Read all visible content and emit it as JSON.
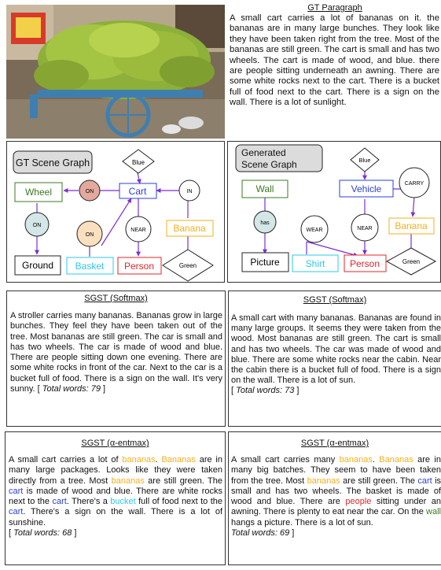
{
  "gt_paragraph": {
    "title": "GT Paragraph",
    "text": "A small cart carries a lot of bananas on it. the bananas are in many large bunches. They look like they have been taken right from the tree. Most of the bananas are still green. The cart is small and has two wheels. The cart is made of wood, and blue. there are people sitting underneath an awning. There are some white rocks next to the cart. There is a bucket full of food next to the cart. There is a sign on the wall. There is a lot of sunlight."
  },
  "gt_scene_graph": {
    "title": "GT Scene Graph",
    "nodes": {
      "blue": "Blue",
      "wheel": "Wheel",
      "on1": "ON",
      "cart": "Cart",
      "in": "IN",
      "on2": "ON",
      "on3": "ON",
      "near": "NEAR",
      "banana": "Banana",
      "ground": "Ground",
      "basket": "Basket",
      "person": "Person",
      "green": "Green"
    }
  },
  "generated_scene_graph": {
    "title_line1": "Generated",
    "title_line2": "Scene Graph",
    "nodes": {
      "blue": "Blue",
      "carry": "CARRY",
      "wall": "Wall",
      "vehicle": "Vehicle",
      "has": "has",
      "wear1": "WEAR",
      "near": "NEAR",
      "banana": "Banana",
      "picture": "Picture",
      "shirt": "Shirt",
      "person": "Person",
      "green": "Green"
    }
  },
  "sgst_softmax_left": {
    "title": "SGST (Softmax)",
    "text": "A stroller carries many bananas. Bananas grow in large bunches. They feel they have been taken out of the tree. Most bananas are still green. The car is small and has two wheels. The car is made of wood and blue. There are people sitting down one evening. There are some white rocks in front of the car. Next to the car is a bucket full of food. There is a sign on the wall. It's very sunny.",
    "total_open": "[ ",
    "total_words": "Total words: 79",
    "total_close": " ]"
  },
  "sgst_softmax_right": {
    "title": "SGST (Softmax)",
    "text": "A small cart with many bananas. Bananas are found in many large groups. It seems they were taken from the wood. Most bananas are still green. The cart is small and has two wheels. The car was made of wood and blue. There are some white rocks near the cabin. Near the cabin there is a bucket full of food. There is a sign on the wall. There is a lot of sun.",
    "total_open": "[ ",
    "total_words": "Total words: 73",
    "total_close": " ]"
  },
  "sgst_entmax_left": {
    "title": "SGST (α-entmax)",
    "segments": [
      {
        "t": "A small cart carries a lot of ",
        "c": "#111111"
      },
      {
        "t": "bananas",
        "c": "#f2b01e"
      },
      {
        "t": ". ",
        "c": "#111111"
      },
      {
        "t": "Bananas",
        "c": "#f2b01e"
      },
      {
        "t": " are in many large packages. Looks like they were taken directly from a tree. Most ",
        "c": "#111111"
      },
      {
        "t": "bananas",
        "c": "#f2b01e"
      },
      {
        "t": " are still green. The ",
        "c": "#111111"
      },
      {
        "t": "cart",
        "c": "#2b3fd6"
      },
      {
        "t": " is made of wood and blue. There are white rocks next to the ",
        "c": "#111111"
      },
      {
        "t": "cart",
        "c": "#2b3fd6"
      },
      {
        "t": ". There's a ",
        "c": "#111111"
      },
      {
        "t": "bucket",
        "c": "#2ec8e8"
      },
      {
        "t": " full of food next to the ",
        "c": "#111111"
      },
      {
        "t": "cart",
        "c": "#2b3fd6"
      },
      {
        "t": ". There's a sign on the wall. There is a lot of sunshine.",
        "c": "#111111"
      }
    ],
    "total_open": "[ ",
    "total_words": "Total words: 68",
    "total_close": " ]"
  },
  "sgst_entmax_right": {
    "title": "SGST (α-entmax)",
    "segments": [
      {
        "t": "A small cart carries many ",
        "c": "#111111"
      },
      {
        "t": "bananas",
        "c": "#f2b01e"
      },
      {
        "t": ". ",
        "c": "#111111"
      },
      {
        "t": "Bananas",
        "c": "#f2b01e"
      },
      {
        "t": " are in many big batches. They seem to have been taken from the tree. Most ",
        "c": "#111111"
      },
      {
        "t": "bananas",
        "c": "#f2b01e"
      },
      {
        "t": " are still green. The ",
        "c": "#111111"
      },
      {
        "t": "cart",
        "c": "#2b3fd6"
      },
      {
        "t": " is small and has two wheels. The basket is made of wood and blue. There are ",
        "c": "#111111"
      },
      {
        "t": "people",
        "c": "#e0262b"
      },
      {
        "t": " sitting under an awning. There is plenty to eat near the car. On the ",
        "c": "#111111"
      },
      {
        "t": "wall",
        "c": "#3d7a1f"
      },
      {
        "t": " hangs a picture. There is a lot of sun.",
        "c": "#111111"
      }
    ],
    "total_open": "",
    "total_words": "Total words: 69",
    "total_close": " ]"
  }
}
